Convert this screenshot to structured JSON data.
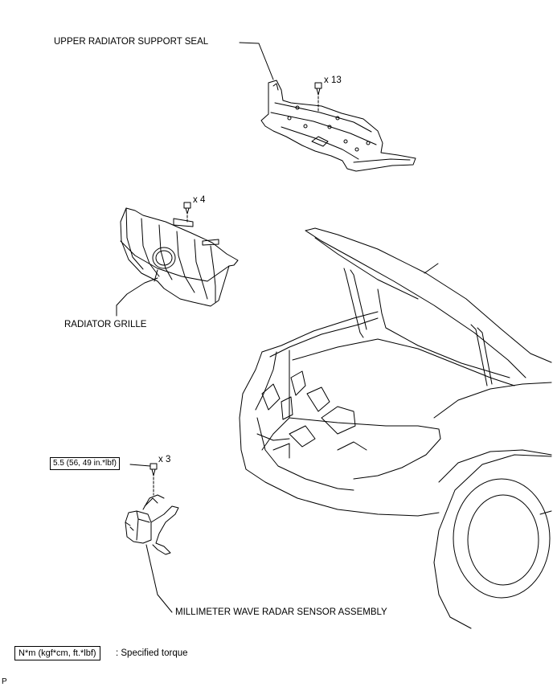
{
  "labels": {
    "upper_seal": "UPPER RADIATOR SUPPORT SEAL",
    "grille": "RADIATOR GRILLE",
    "radar": "MILLIMETER WAVE RADAR SENSOR ASSEMBLY"
  },
  "quantities": {
    "seal_clips": "x 13",
    "grille_clips": "x 4",
    "radar_bolts": "x 3"
  },
  "torque": {
    "value": "5.5 (56, 49 in.*lbf)"
  },
  "legend": {
    "units_box": "N*m (kgf*cm, ft.*lbf)",
    "description": ": Specified torque"
  },
  "corner_mark": "P"
}
